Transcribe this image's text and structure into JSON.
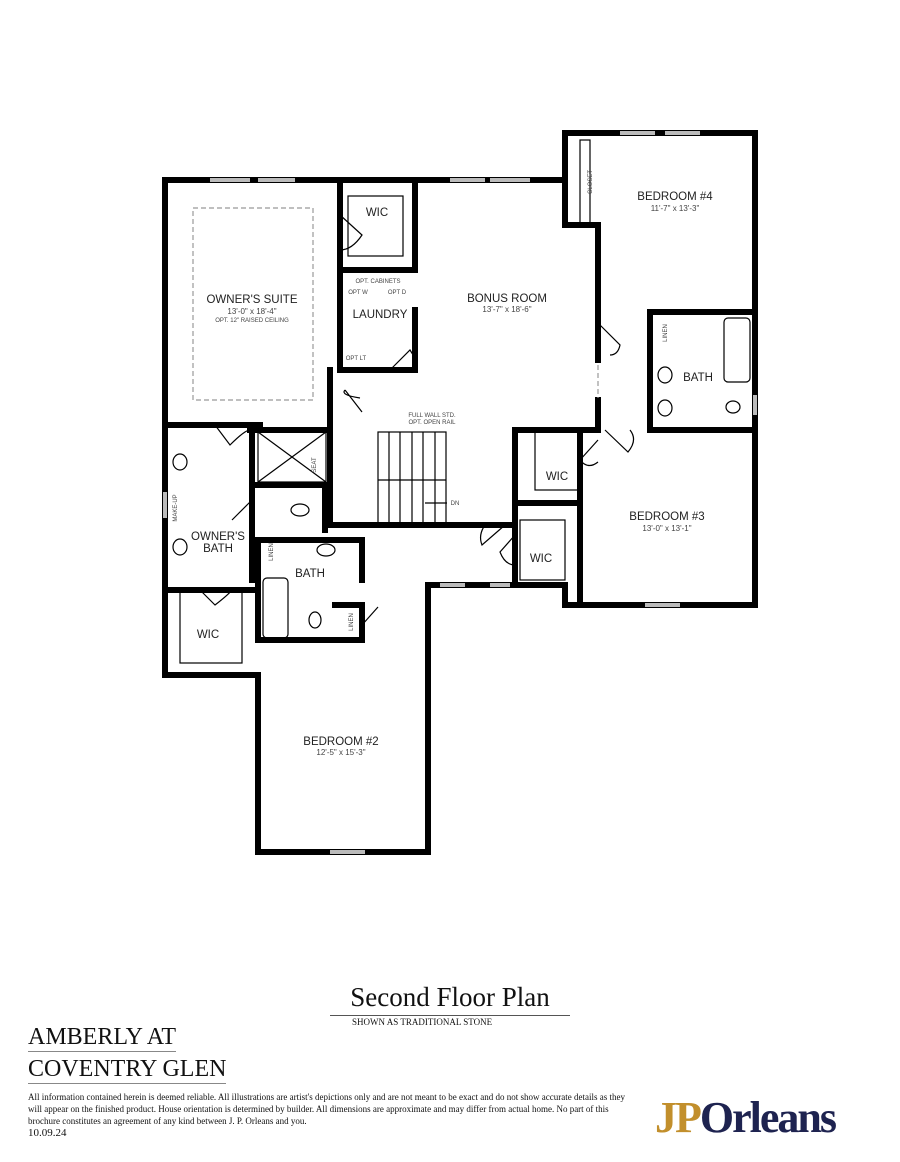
{
  "rooms": {
    "owners_suite": {
      "name": "OWNER'S SUITE",
      "dims": "13'-0\" x 18'-4\"",
      "note": "OPT. 12\" RAISED CEILING"
    },
    "bonus_room": {
      "name": "BONUS ROOM",
      "dims": "13'-7\" x 18'-6\""
    },
    "bedroom4": {
      "name": "BEDROOM #4",
      "dims": "11'-7\" x 13'-3\""
    },
    "bedroom3": {
      "name": "BEDROOM #3",
      "dims": "13'-0\" x 13'-1\""
    },
    "bedroom2": {
      "name": "BEDROOM #2",
      "dims": "12'-5\" x 15'-3\""
    },
    "owners_bath": {
      "line1": "OWNER'S",
      "line2": "BATH"
    },
    "laundry": "LAUNDRY",
    "wic": "WIC",
    "bath": "BATH",
    "linen": "LINEN",
    "closet": "CLOSET",
    "seat": "SEAT",
    "makeup": "MAKE-UP",
    "opt_cabinets": "OPT. CABINETS",
    "opt_w": "OPT W",
    "opt_d": "OPT D",
    "opt_lt": "OPT LT",
    "stair_note1": "FULL WALL STD.",
    "stair_note2": "OPT. OPEN RAIL",
    "dn": "DN"
  },
  "title": "Second Floor Plan",
  "subtitle": "SHOWN AS TRADITIONAL STONE",
  "community": {
    "line1": "AMBERLY AT",
    "line2": "COVENTRY GLEN"
  },
  "disclaimer": "All information contained herein is deemed reliable.  All illustrations are artist's depictions only and are not meant to be exact and do not show accurate details as they will appear on the finished product.  House orientation is determined by builder. All dimensions are approximate and may differ from actual home. No part of this brochure constitutes an agreement of any kind between J. P. Orleans and you.",
  "date": "10.09.24",
  "logo": {
    "part1": "JP",
    "part2": "Orleans",
    "colors": {
      "gold": "#c28f2c",
      "navy": "#1e2350"
    }
  }
}
